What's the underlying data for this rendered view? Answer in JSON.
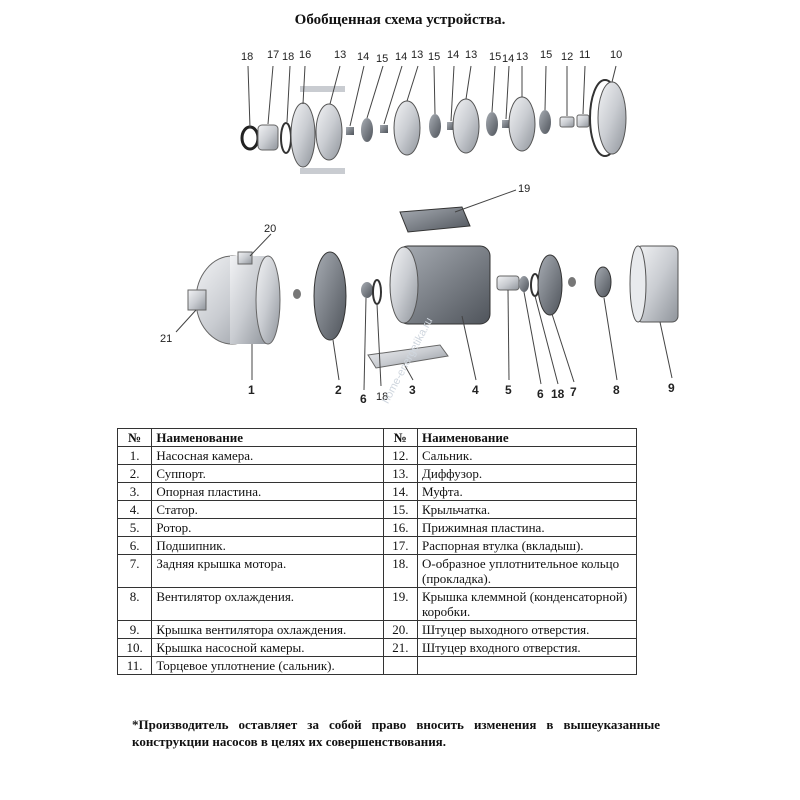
{
  "title": "Обобщенная схема устройства.",
  "watermark": "home-energetika.ru",
  "diagram": {
    "labels_top": [
      "18",
      "17",
      "18",
      "16",
      "13",
      "14",
      "15",
      "14",
      "13",
      "15",
      "14",
      "13",
      "15",
      "14",
      "13",
      "15",
      "12",
      "11",
      "10"
    ],
    "labels_bottom": [
      "19",
      "20",
      "21",
      "1",
      "2",
      "6",
      "18",
      "3",
      "4",
      "5",
      "6",
      "18",
      "7",
      "8",
      "9"
    ]
  },
  "table": {
    "headers": {
      "num": "№",
      "name": "Наименование"
    },
    "rows": [
      {
        "ln": "1.",
        "lt": "Насосная камера.",
        "rn": "12.",
        "rt": "Сальник."
      },
      {
        "ln": "2.",
        "lt": "Суппорт.",
        "rn": "13.",
        "rt": "Диффузор."
      },
      {
        "ln": "3.",
        "lt": "Опорная пластина.",
        "rn": "14.",
        "rt": "Муфта."
      },
      {
        "ln": "4.",
        "lt": "Статор.",
        "rn": "15.",
        "rt": "Крыльчатка."
      },
      {
        "ln": "5.",
        "lt": "Ротор.",
        "rn": "16.",
        "rt": "Прижимная пластина."
      },
      {
        "ln": "6.",
        "lt": "Подшипник.",
        "rn": "17.",
        "rt": "Распорная втулка (вкладыш)."
      },
      {
        "ln": "7.",
        "lt": "Задняя крышка мотора.",
        "rn": "18.",
        "rt": "О-образное уплотнительное кольцо (прокладка)."
      },
      {
        "ln": "8.",
        "lt": "Вентилятор охлаждения.",
        "rn": "19.",
        "rt": "Крышка клеммной (конденсаторной) коробки."
      },
      {
        "ln": "9.",
        "lt": "Крышка вентилятора охлаждения.",
        "rn": "20.",
        "rt": "Штуцер выходного отверстия."
      },
      {
        "ln": "10.",
        "lt": "Крышка насосной камеры.",
        "rn": "21.",
        "rt": "Штуцер входного отверстия."
      },
      {
        "ln": "11.",
        "lt": "Торцевое уплотнение (сальник).",
        "rn": "",
        "rt": ""
      }
    ]
  },
  "footnote": "*Производитель оставляет за собой право вносить изменения в вышеуказанные конструкции насосов в целях их совершенствования."
}
